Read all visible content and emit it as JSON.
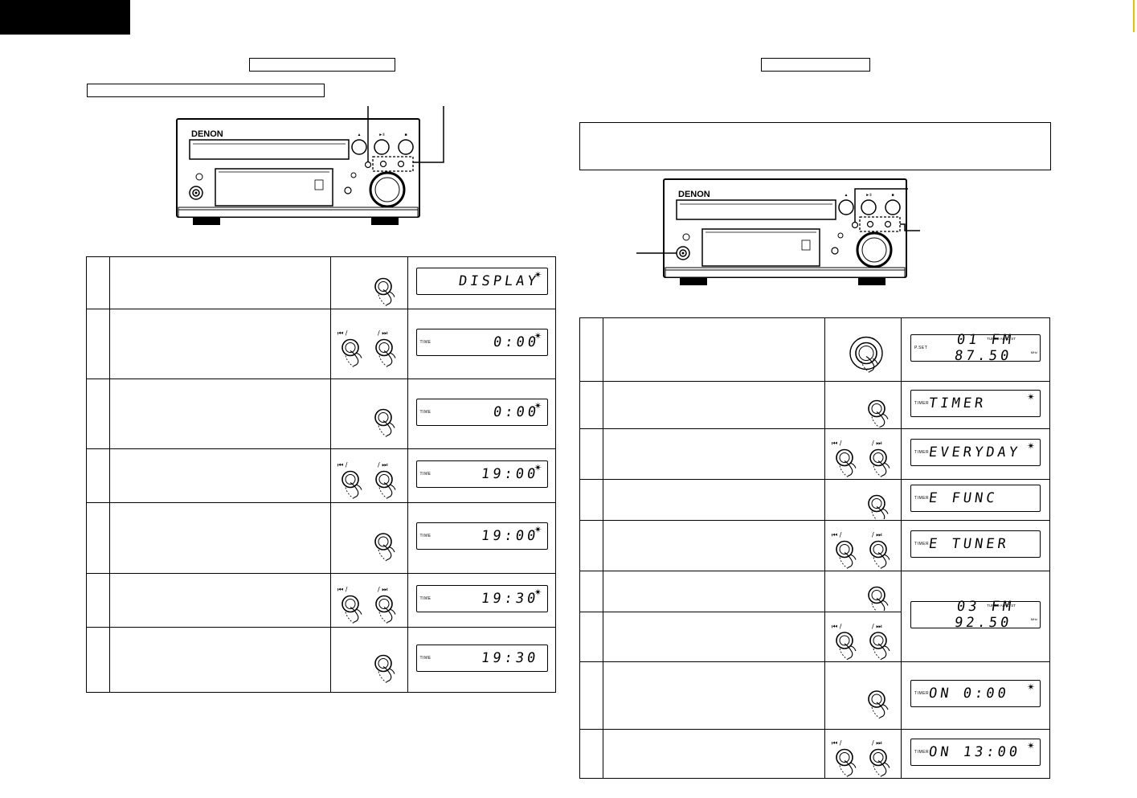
{
  "brand": "DENON",
  "player_labels": {
    "play_pause": "►Ⅱ",
    "stop": "■",
    "eject": "▲"
  },
  "skip_buttons": {
    "prev": "⏮ /",
    "next": "/ ⏭"
  },
  "clock_steps": [
    {
      "type": "push",
      "display": {
        "indicator": "",
        "text": "DISPLAY",
        "blink": true
      }
    },
    {
      "type": "skip",
      "display": {
        "indicator": "TIME",
        "text": "0:00",
        "blink": true
      }
    },
    {
      "type": "push",
      "display": {
        "indicator": "TIME",
        "text": "0:00",
        "blink": true
      }
    },
    {
      "type": "skip",
      "display": {
        "indicator": "TIME",
        "text": "19:00",
        "blink": true
      }
    },
    {
      "type": "push",
      "display": {
        "indicator": "TIME",
        "text": "19:00",
        "blink": true
      }
    },
    {
      "type": "skip",
      "display": {
        "indicator": "TIME",
        "text": "19:30",
        "blink": true
      }
    },
    {
      "type": "push",
      "display": {
        "indicator": "TIME",
        "text": "19:30",
        "blink": false
      }
    }
  ],
  "timer_steps": [
    {
      "type": "round",
      "display": {
        "indicator": "P.SET",
        "top": "TUNED AUTO ST",
        "text": "01 FM 87.50",
        "unit": "MHz"
      }
    },
    {
      "type": "push",
      "display": {
        "indicator": "TIMER",
        "text": "TIMER",
        "blink": true
      }
    },
    {
      "type": "skip",
      "display": {
        "indicator": "TIMER",
        "text": "EVERYDAY",
        "blink": true
      }
    },
    {
      "type": "push",
      "display": {
        "indicator": "TIMER",
        "text": "E  FUNC",
        "blink": false
      }
    },
    {
      "type": "skip",
      "display": {
        "indicator": "TIMER",
        "text": "E   TUNER",
        "blink": false
      }
    },
    {
      "type": "push",
      "display": null
    },
    {
      "type": "skip",
      "display": {
        "indicator": "",
        "top": "TUNED AUTO ST",
        "text": "03 FM 92.50",
        "unit": "MHz"
      }
    },
    {
      "type": "push",
      "display": {
        "indicator": "TIMER",
        "text": "ON      0:00",
        "blink": true
      }
    },
    {
      "type": "skip",
      "display": {
        "indicator": "TIMER",
        "text": "ON     13:00",
        "blink": true
      }
    }
  ]
}
